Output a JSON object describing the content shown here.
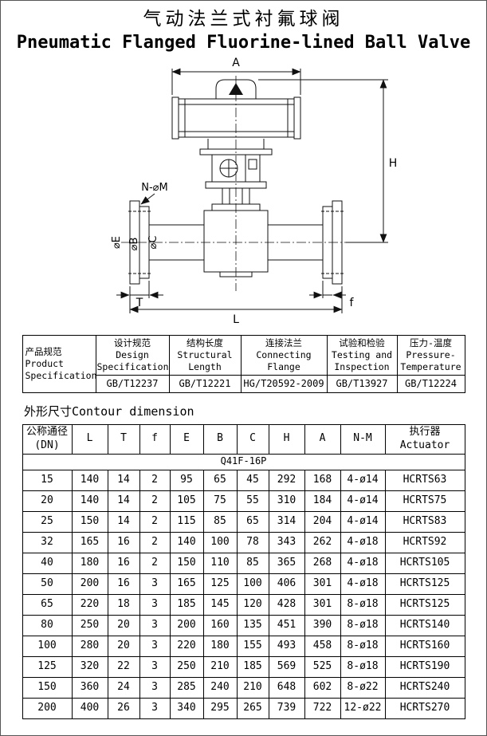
{
  "titles": {
    "cn": "气动法兰式衬氟球阀",
    "en": "Pneumatic Flanged Fluorine-lined Ball Valve"
  },
  "drawing": {
    "dim_a": "A",
    "dim_h": "H",
    "dim_nm": "N-⌀M",
    "dim_e": "⌀E",
    "dim_b": "⌀B",
    "dim_c": "⌀C",
    "dim_t": "T",
    "dim_l": "L",
    "dim_f": "f"
  },
  "spec_table": {
    "row_header": "产品规范\nProduct\nSpecification",
    "columns": [
      {
        "header": "设计规范\nDesign\nSpecification",
        "value": "GB/T12237"
      },
      {
        "header": "结构长度\nStructural\nLength",
        "value": "GB/T12221"
      },
      {
        "header": "连接法兰\nConnecting\nFlange",
        "value": "HG/T20592-2009"
      },
      {
        "header": "试验和检验\nTesting and\nInspection",
        "value": "GB/T13927"
      },
      {
        "header": "压力-温度\nPressure-\nTemperature",
        "value": "GB/T12224"
      }
    ]
  },
  "contour_heading": "外形尺寸Contour dimension",
  "dim_table": {
    "headers": [
      "公称通径\n(DN)",
      "L",
      "T",
      "f",
      "E",
      "B",
      "C",
      "H",
      "A",
      "N-M",
      "执行器\nActuator"
    ],
    "model": "Q41F-16P",
    "rows": [
      [
        "15",
        "140",
        "14",
        "2",
        "95",
        "65",
        "45",
        "292",
        "168",
        "4-ø14",
        "HCRTS63"
      ],
      [
        "20",
        "140",
        "14",
        "2",
        "105",
        "75",
        "55",
        "310",
        "184",
        "4-ø14",
        "HCRTS75"
      ],
      [
        "25",
        "150",
        "14",
        "2",
        "115",
        "85",
        "65",
        "314",
        "204",
        "4-ø14",
        "HCRTS83"
      ],
      [
        "32",
        "165",
        "16",
        "2",
        "140",
        "100",
        "78",
        "343",
        "262",
        "4-ø18",
        "HCRTS92"
      ],
      [
        "40",
        "180",
        "16",
        "2",
        "150",
        "110",
        "85",
        "365",
        "268",
        "4-ø18",
        "HCRTS105"
      ],
      [
        "50",
        "200",
        "16",
        "3",
        "165",
        "125",
        "100",
        "406",
        "301",
        "4-ø18",
        "HCRTS125"
      ],
      [
        "65",
        "220",
        "18",
        "3",
        "185",
        "145",
        "120",
        "428",
        "301",
        "8-ø18",
        "HCRTS125"
      ],
      [
        "80",
        "250",
        "20",
        "3",
        "200",
        "160",
        "135",
        "451",
        "390",
        "8-ø18",
        "HCRTS140"
      ],
      [
        "100",
        "280",
        "20",
        "3",
        "220",
        "180",
        "155",
        "493",
        "458",
        "8-ø18",
        "HCRTS160"
      ],
      [
        "125",
        "320",
        "22",
        "3",
        "250",
        "210",
        "185",
        "569",
        "525",
        "8-ø18",
        "HCRTS190"
      ],
      [
        "150",
        "360",
        "24",
        "3",
        "285",
        "240",
        "210",
        "648",
        "602",
        "8-ø22",
        "HCRTS240"
      ],
      [
        "200",
        "400",
        "26",
        "3",
        "340",
        "295",
        "265",
        "739",
        "722",
        "12-ø22",
        "HCRTS270"
      ]
    ]
  }
}
